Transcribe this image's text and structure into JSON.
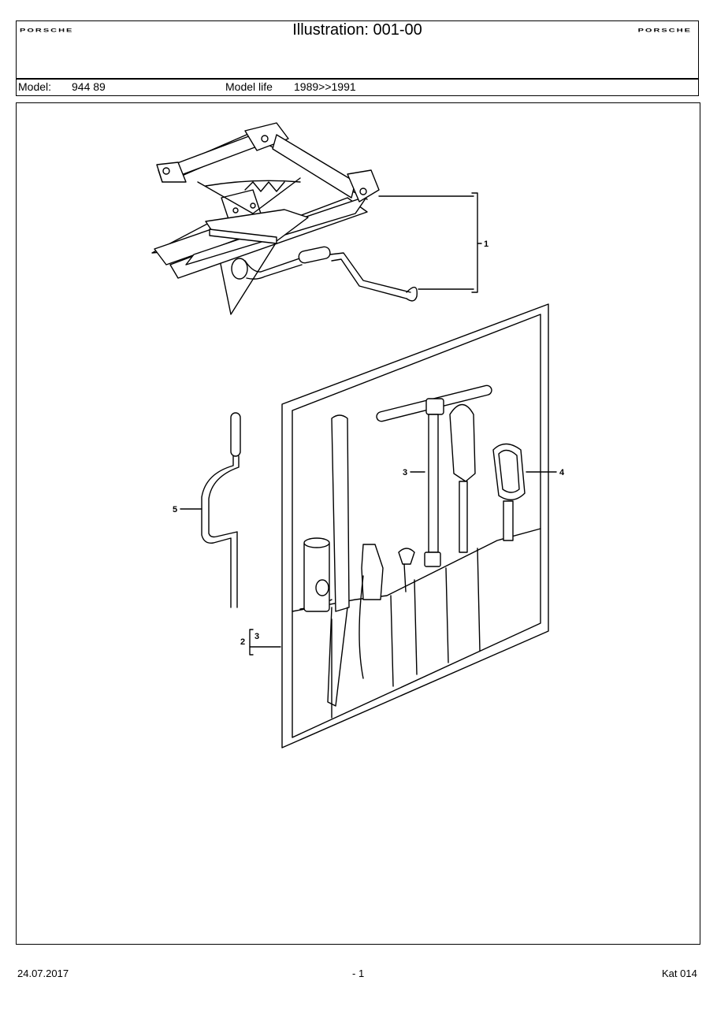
{
  "header": {
    "logo_left": "PORSCHE",
    "logo_right": "PORSCHE",
    "title": "Illustration: 001-00",
    "model_label": "Model:",
    "model_value": "944 89",
    "model_life_label": "Model life",
    "model_life_value": "1989>>1991"
  },
  "callouts": {
    "c1": "1",
    "c2": "2",
    "c2_sub": "3",
    "c3": "3",
    "c4": "4",
    "c5": "5"
  },
  "footer": {
    "date": "24.07.2017",
    "page": "- 1",
    "catalog": "Kat 014"
  }
}
